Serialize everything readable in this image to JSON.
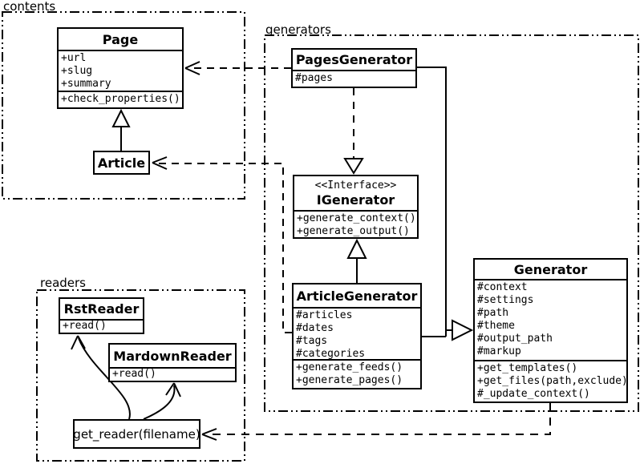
{
  "colors": {
    "line": "#000000",
    "background": "#ffffff"
  },
  "packages": {
    "contents": {
      "label": "contents"
    },
    "generators": {
      "label": "generators"
    },
    "readers": {
      "label": "readers"
    }
  },
  "classes": {
    "page": {
      "title": "Page",
      "attributes": [
        "+url",
        "+slug",
        "+summary"
      ],
      "methods": [
        "+check_properties()"
      ]
    },
    "article": {
      "title": "Article"
    },
    "pages_generator": {
      "title": "PagesGenerator",
      "attributes": [
        "#pages"
      ]
    },
    "igenerator": {
      "stereotype": "<<Interface>>",
      "title": "IGenerator",
      "methods": [
        "+generate_context()",
        "+generate_output()"
      ]
    },
    "article_generator": {
      "title": "ArticleGenerator",
      "attributes": [
        "#articles",
        "#dates",
        "#tags",
        "#categories"
      ],
      "methods": [
        "+generate_feeds()",
        "+generate_pages()"
      ]
    },
    "generator": {
      "title": "Generator",
      "attributes": [
        "#context",
        "#settings",
        "#path",
        "#theme",
        "#output_path",
        "#markup"
      ],
      "methods": [
        "+get_templates()",
        "+get_files(path,exclude)",
        "#_update_context()"
      ]
    },
    "rst_reader": {
      "title": "RstReader",
      "methods": [
        "+read()"
      ]
    },
    "markdown_reader": {
      "title": "MardownReader",
      "methods": [
        "+read()"
      ]
    },
    "get_reader": {
      "label": "get_reader(filename)"
    }
  },
  "edges": [
    {
      "from": "Article",
      "to": "Page",
      "type": "inheritance"
    },
    {
      "from": "PagesGenerator",
      "to": "Page",
      "type": "dependency"
    },
    {
      "from": "PagesGenerator",
      "to": "IGenerator",
      "type": "realization"
    },
    {
      "from": "ArticleGenerator",
      "to": "IGenerator",
      "type": "realization"
    },
    {
      "from": "PagesGenerator",
      "to": "Generator",
      "type": "inheritance"
    },
    {
      "from": "ArticleGenerator",
      "to": "Generator",
      "type": "inheritance"
    },
    {
      "from": "ArticleGenerator",
      "to": "Article",
      "type": "dependency"
    },
    {
      "from": "Generator",
      "to": "get_reader(filename)",
      "type": "dependency"
    },
    {
      "from": "get_reader(filename)",
      "to": "RstReader",
      "type": "dependency"
    },
    {
      "from": "get_reader(filename)",
      "to": "MardownReader",
      "type": "dependency"
    }
  ]
}
